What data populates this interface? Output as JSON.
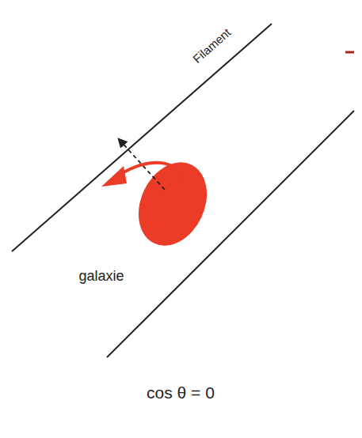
{
  "diagram": {
    "caption": "cos θ = 0",
    "labels": [
      "Filament",
      "galaxie"
    ]
  }
}
